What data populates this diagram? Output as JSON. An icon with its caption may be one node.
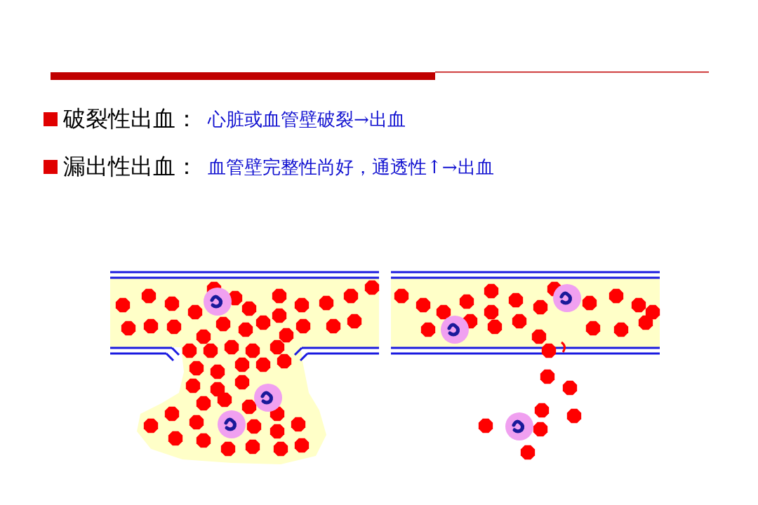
{
  "diagram": {
    "labels": [
      "破裂性出血：",
      "心脏或血管壁破裂→出血",
      "漏出性出血：",
      "血管壁完整性尚好，通透性↑→出血"
    ]
  }
}
